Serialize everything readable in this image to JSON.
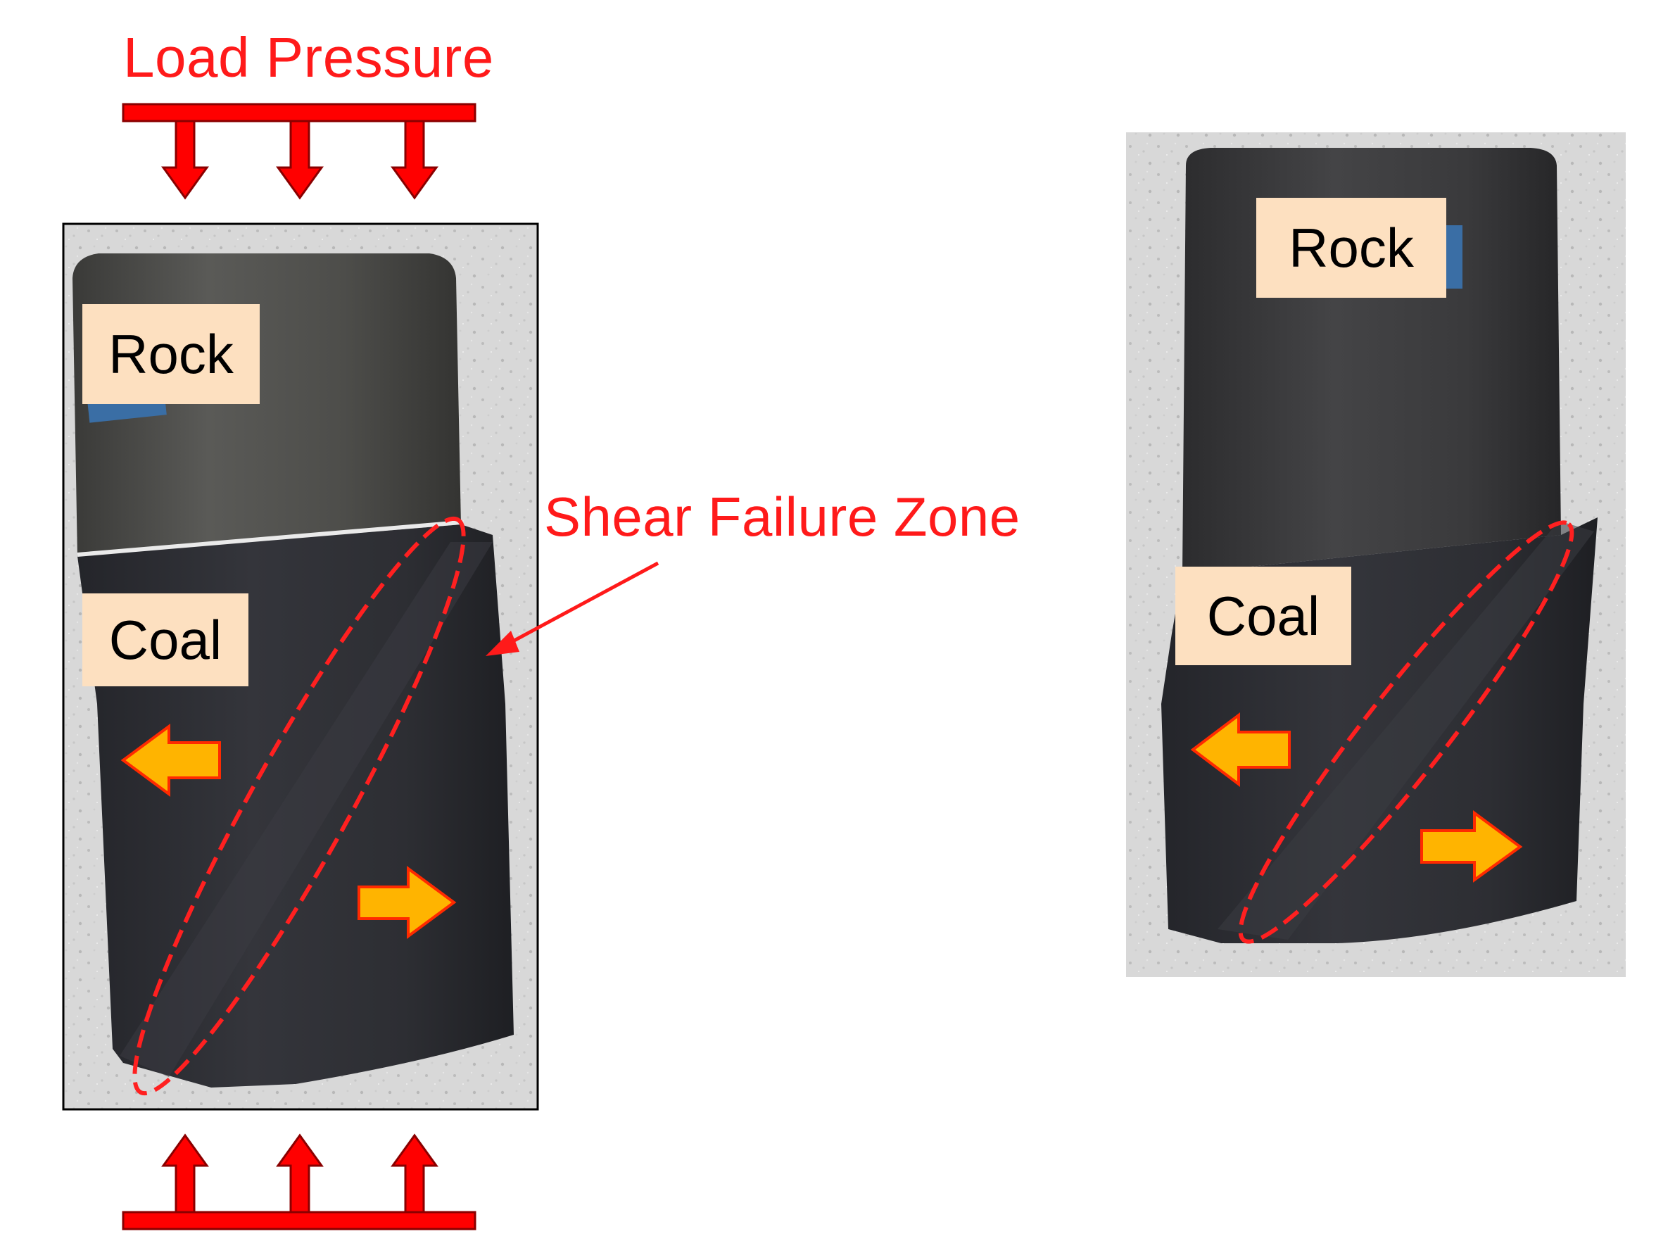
{
  "header": {
    "load_pressure": "Load Pressure"
  },
  "annotation": {
    "shear_failure_zone": "Shear Failure Zone"
  },
  "specimen_left": {
    "rock_label": "Rock",
    "coal_label": "Coal"
  },
  "specimen_right": {
    "rock_label": "Rock",
    "coal_label": "Coal"
  },
  "colors": {
    "annotation_red": "#ff1a1a",
    "arrow_fill_red": "#ff0000",
    "shear_arrow_orange": "#ffb400",
    "label_background": "#fde0c0",
    "rock": "#4a4a48",
    "coal": "#2a2b30",
    "background_photo": "#dcdcdc"
  }
}
